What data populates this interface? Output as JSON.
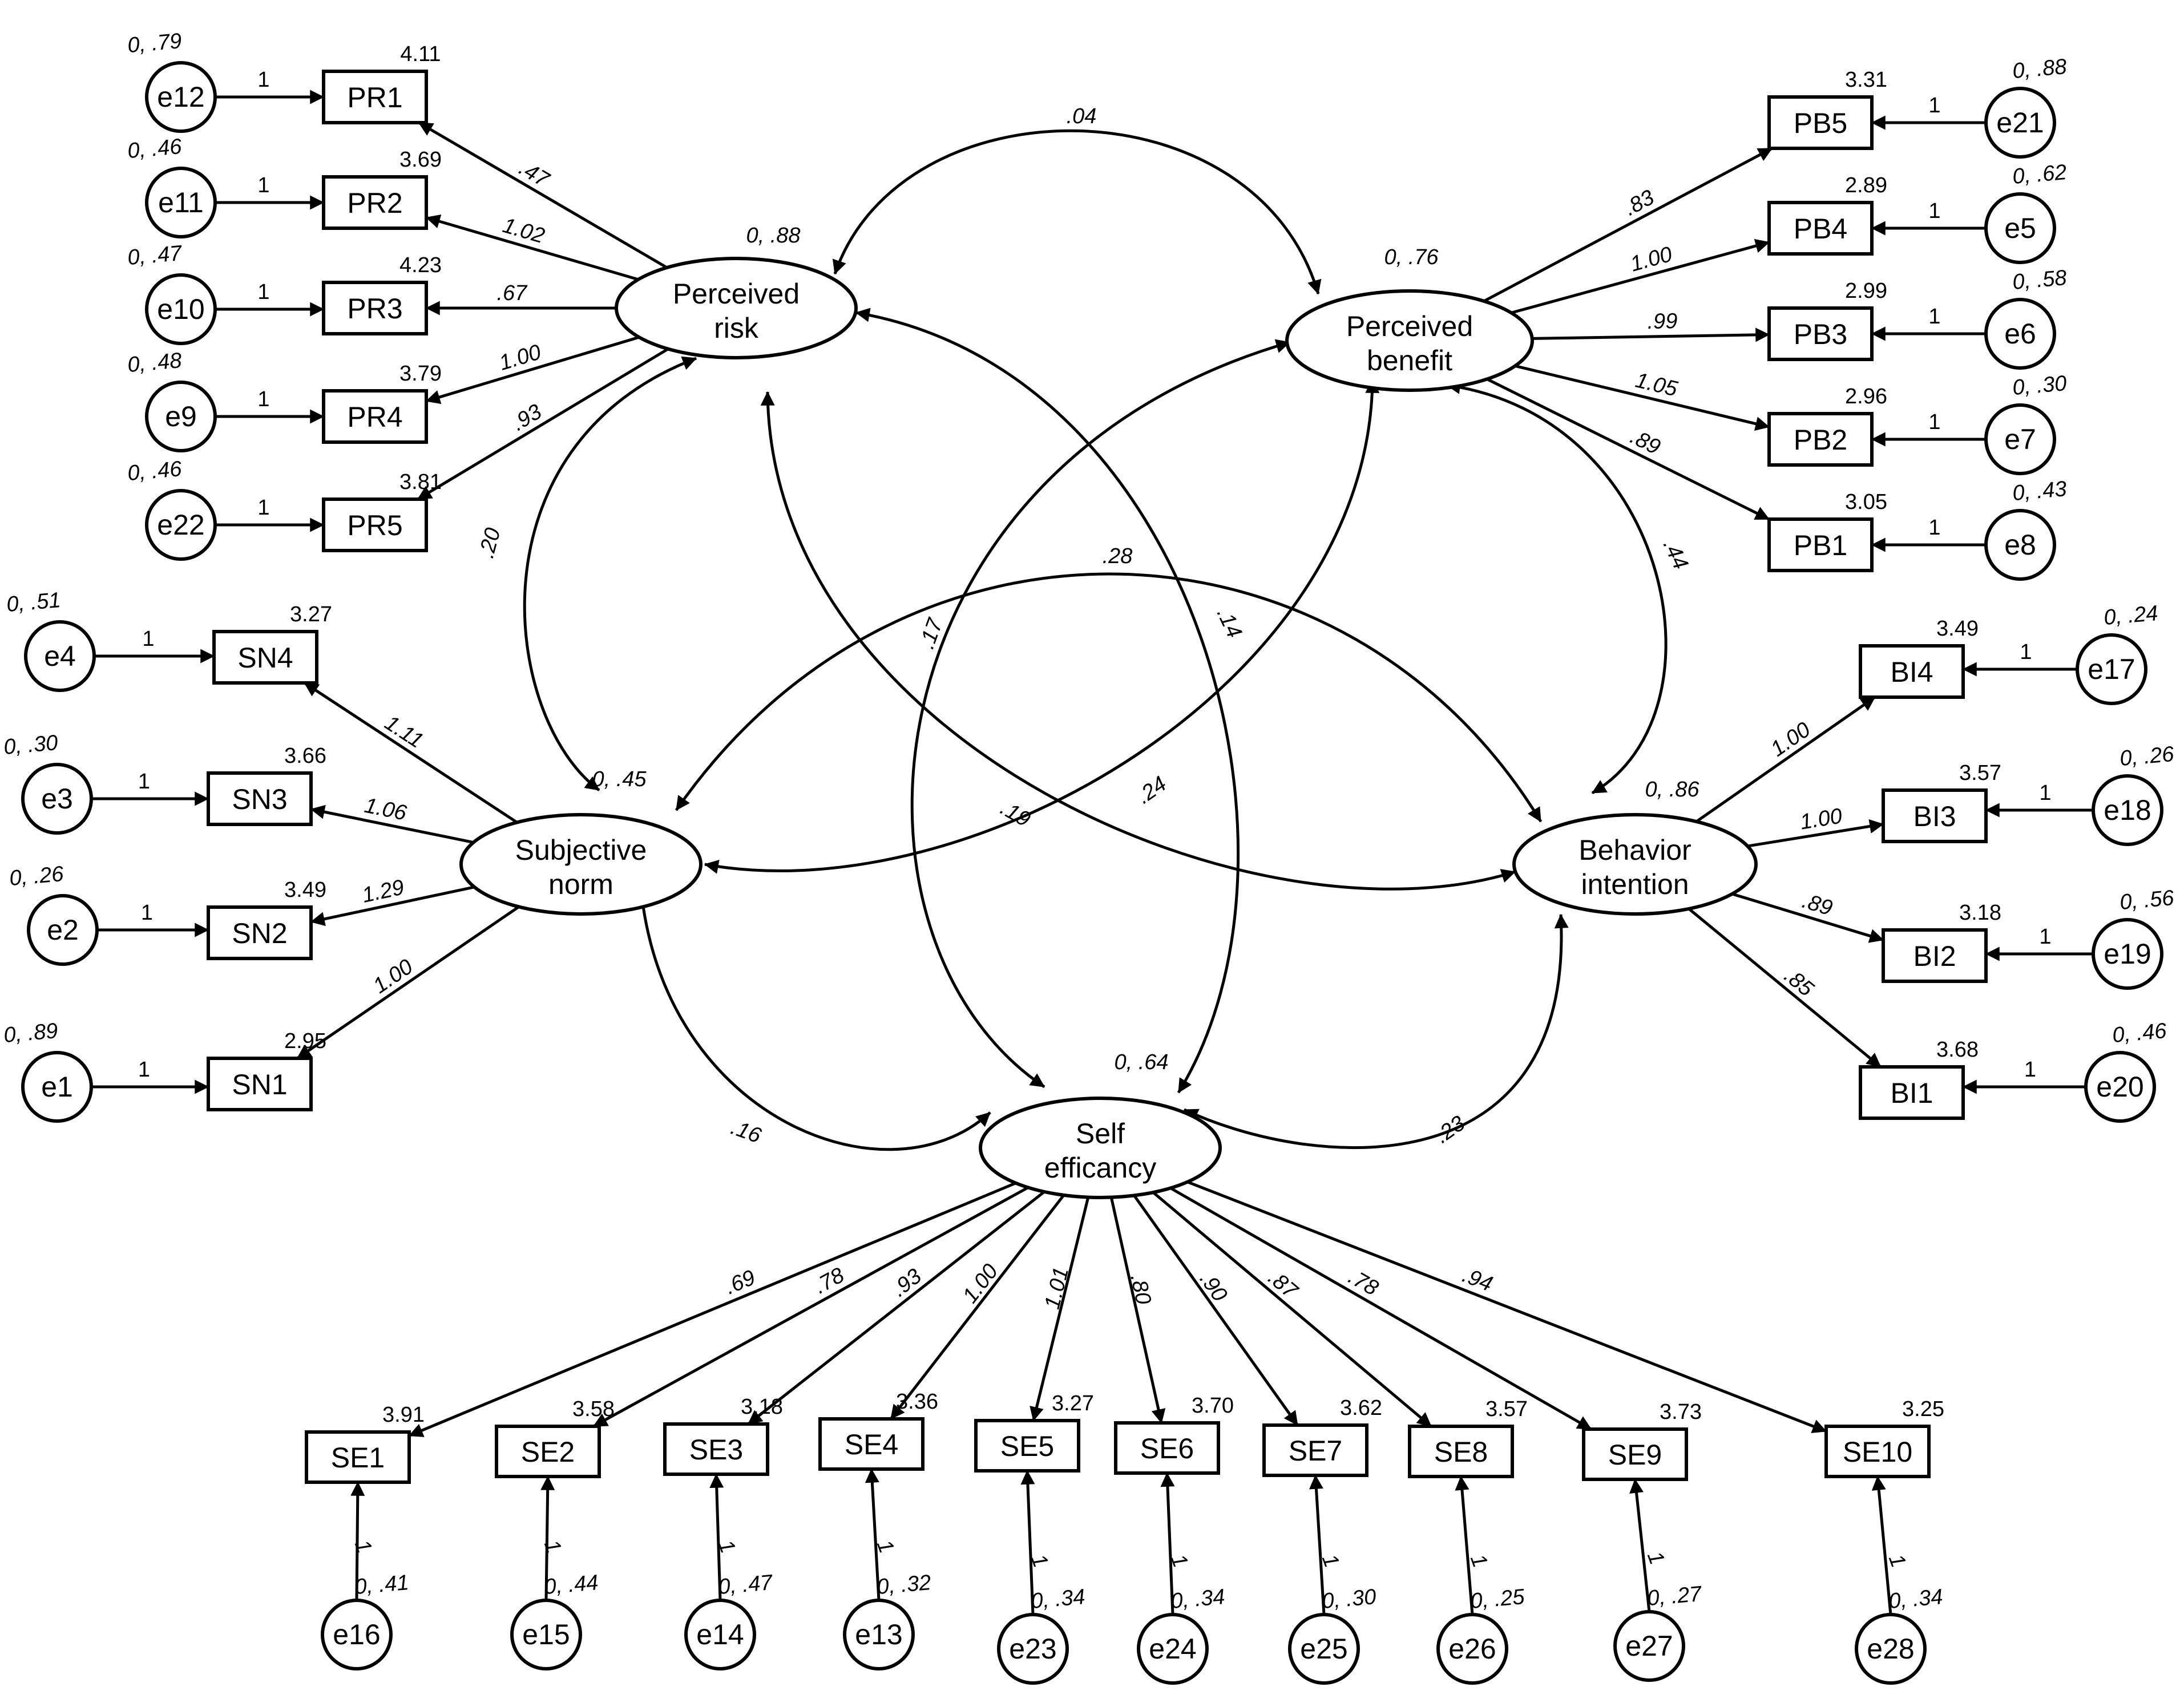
{
  "latent": {
    "pr": {
      "line1": "Perceived",
      "line2": "risk",
      "variance": "0, .88"
    },
    "pb": {
      "line1": "Perceived",
      "line2": "benefit",
      "variance": "0, .76"
    },
    "sn": {
      "line1": "Subjective",
      "line2": "norm",
      "variance": "0, .45"
    },
    "bi": {
      "line1": "Behavior",
      "line2": "intention",
      "variance": "0, .86"
    },
    "se": {
      "line1": "Self",
      "line2": "efficancy",
      "variance": "0, .64"
    }
  },
  "indicators": {
    "PR1": {
      "label": "PR1",
      "intercept": "4.11",
      "loading": ".47",
      "error": "e12",
      "err_var": "0, .79",
      "fix": "1"
    },
    "PR2": {
      "label": "PR2",
      "intercept": "3.69",
      "loading": "1.02",
      "error": "e11",
      "err_var": "0, .46",
      "fix": "1"
    },
    "PR3": {
      "label": "PR3",
      "intercept": "4.23",
      "loading": ".67",
      "error": "e10",
      "err_var": "0, .47",
      "fix": "1"
    },
    "PR4": {
      "label": "PR4",
      "intercept": "3.79",
      "loading": "1.00",
      "error": "e9",
      "err_var": "0, .48",
      "fix": "1"
    },
    "PR5": {
      "label": "PR5",
      "intercept": "3.81",
      "loading": ".93",
      "error": "e22",
      "err_var": "0, .46",
      "fix": "1"
    },
    "PB5": {
      "label": "PB5",
      "intercept": "3.31",
      "loading": ".83",
      "error": "e21",
      "err_var": "0, .88",
      "fix": "1"
    },
    "PB4": {
      "label": "PB4",
      "intercept": "2.89",
      "loading": "1.00",
      "error": "e5",
      "err_var": "0, .62",
      "fix": "1"
    },
    "PB3": {
      "label": "PB3",
      "intercept": "2.99",
      "loading": ".99",
      "error": "e6",
      "err_var": "0, .58",
      "fix": "1"
    },
    "PB2": {
      "label": "PB2",
      "intercept": "2.96",
      "loading": "1.05",
      "error": "e7",
      "err_var": "0, .30",
      "fix": "1"
    },
    "PB1": {
      "label": "PB1",
      "intercept": "3.05",
      "loading": ".89",
      "error": "e8",
      "err_var": "0, .43",
      "fix": "1"
    },
    "SN4": {
      "label": "SN4",
      "intercept": "3.27",
      "loading": "1.11",
      "error": "e4",
      "err_var": "0, .51",
      "fix": "1"
    },
    "SN3": {
      "label": "SN3",
      "intercept": "3.66",
      "loading": "1.06",
      "error": "e3",
      "err_var": "0, .30",
      "fix": "1"
    },
    "SN2": {
      "label": "SN2",
      "intercept": "3.49",
      "loading": "1.29",
      "error": "e2",
      "err_var": "0, .26",
      "fix": "1"
    },
    "SN1": {
      "label": "SN1",
      "intercept": "2.95",
      "loading": "1.00",
      "error": "e1",
      "err_var": "0, .89",
      "fix": "1"
    },
    "BI4": {
      "label": "BI4",
      "intercept": "3.49",
      "loading": "1.00",
      "error": "e17",
      "err_var": "0, .24",
      "fix": "1"
    },
    "BI3": {
      "label": "BI3",
      "intercept": "3.57",
      "loading": "1.00",
      "error": "e18",
      "err_var": "0, .26",
      "fix": "1"
    },
    "BI2": {
      "label": "BI2",
      "intercept": "3.18",
      "loading": ".89",
      "error": "e19",
      "err_var": "0, .56",
      "fix": "1"
    },
    "BI1": {
      "label": "BI1",
      "intercept": "3.68",
      "loading": ".85",
      "error": "e20",
      "err_var": "0, .46",
      "fix": "1"
    },
    "SE1": {
      "label": "SE1",
      "intercept": "3.91",
      "loading": ".69",
      "error": "e16",
      "err_var": "0, .41",
      "fix": "1"
    },
    "SE2": {
      "label": "SE2",
      "intercept": "3.58",
      "loading": ".78",
      "error": "e15",
      "err_var": "0, .44",
      "fix": "1"
    },
    "SE3": {
      "label": "SE3",
      "intercept": "3.18",
      "loading": ".93",
      "error": "e14",
      "err_var": "0, .47",
      "fix": "1"
    },
    "SE4": {
      "label": "SE4",
      "intercept": "3.36",
      "loading": "1.00",
      "error": "e13",
      "err_var": "0, .32",
      "fix": "1"
    },
    "SE5": {
      "label": "SE5",
      "intercept": "3.27",
      "loading": "1.01",
      "error": "e23",
      "err_var": "0, .34",
      "fix": "1"
    },
    "SE6": {
      "label": "SE6",
      "intercept": "3.70",
      "loading": ".80",
      "error": "e24",
      "err_var": "0, .34",
      "fix": "1"
    },
    "SE7": {
      "label": "SE7",
      "intercept": "3.62",
      "loading": ".90",
      "error": "e25",
      "err_var": "0, .30",
      "fix": "1"
    },
    "SE8": {
      "label": "SE8",
      "intercept": "3.57",
      "loading": ".87",
      "error": "e26",
      "err_var": "0, .25",
      "fix": "1"
    },
    "SE9": {
      "label": "SE9",
      "intercept": "3.73",
      "loading": ".78",
      "error": "e27",
      "err_var": "0, .27",
      "fix": "1"
    },
    "SE10": {
      "label": "SE10",
      "intercept": "3.25",
      "loading": ".94",
      "error": "e28",
      "err_var": "0, .34",
      "fix": "1"
    }
  },
  "covariances": {
    "pr_pb": ".04",
    "pr_sn": ".20",
    "pr_bi": ".24",
    "pr_se": ".14",
    "pb_bi": ".44",
    "pb_sn": ".19",
    "pb_se": ".17",
    "sn_bi": ".28",
    "sn_se": ".16",
    "bi_se": ".23"
  }
}
